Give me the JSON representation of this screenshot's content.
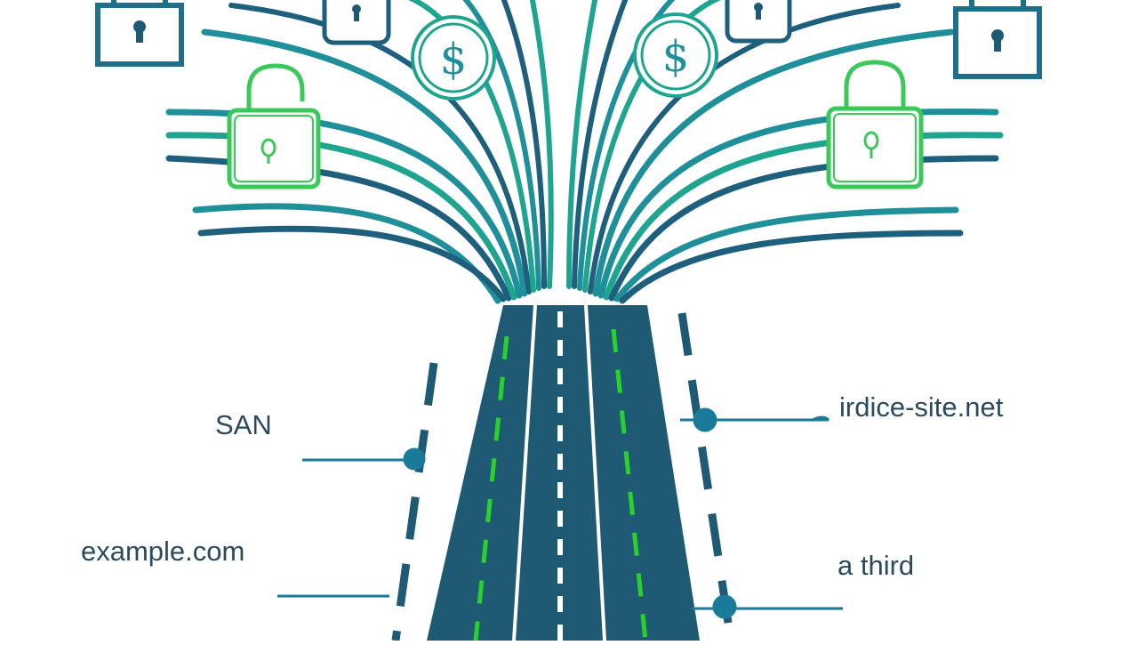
{
  "labels": {
    "left_top": "SAN",
    "left_bottom": "example.com",
    "right_top": "irdice-site.net",
    "right_bottom": "a third"
  },
  "icons": {
    "padlock": "padlock-icon",
    "dollar_coin": "dollar-coin-icon"
  },
  "coin_symbol": "$",
  "colors": {
    "road": "#1f5a74",
    "road_edge": "#ffffff",
    "lane_green": "#2bd12b",
    "teal": "#1f8f9a",
    "navy": "#1f5f7e",
    "green_lock": "#3bc85a",
    "label_text": "#2b4a5e",
    "connector": "#1a7a99"
  }
}
